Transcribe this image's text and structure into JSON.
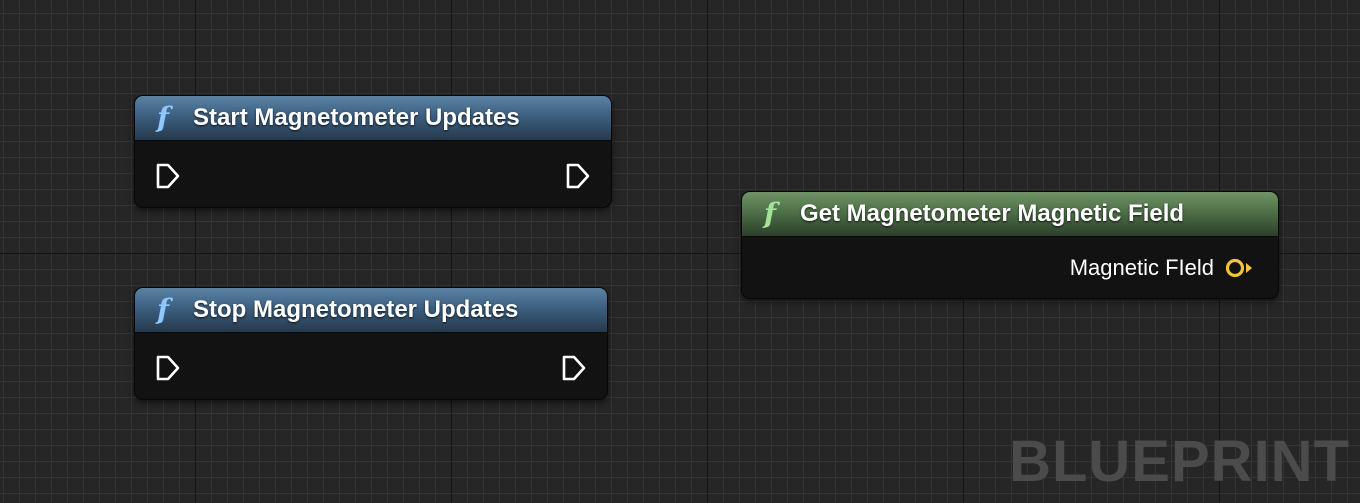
{
  "graph": {
    "watermark": "BLUEPRINT"
  },
  "colors": {
    "function_header": "#3a5c7c",
    "pure_function_header": "#4b6c45",
    "vector_pin": "#f5c23a",
    "exec_pin": "#ffffff",
    "canvas": "#262626"
  },
  "nodes": {
    "start": {
      "icon": "function-icon",
      "icon_glyph": "f",
      "title": "Start Magnetometer Updates",
      "pins": [
        "exec-in-pin",
        "exec-out-pin"
      ]
    },
    "stop": {
      "icon": "function-icon",
      "icon_glyph": "f",
      "title": "Stop Magnetometer Updates",
      "pins": [
        "exec-in-pin",
        "exec-out-pin"
      ]
    },
    "get": {
      "icon": "function-icon",
      "icon_glyph": "f",
      "title": "Get Magnetometer Magnetic Field",
      "output_label": "Magnetic FIeld",
      "output_pin": "vector-output-pin"
    }
  }
}
